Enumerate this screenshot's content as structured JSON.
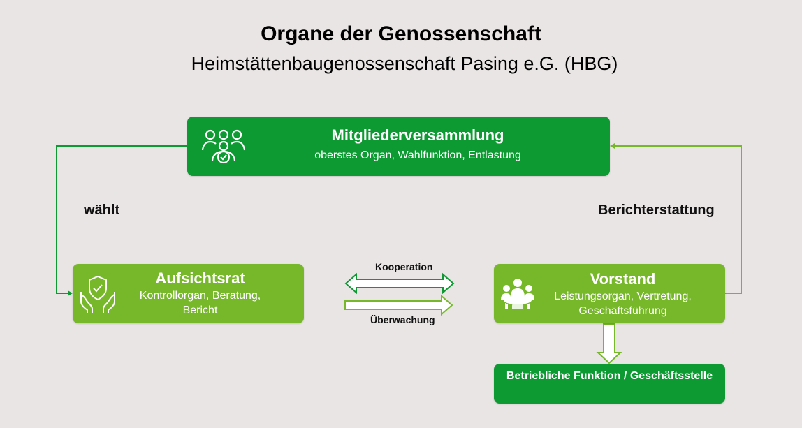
{
  "title": "Organe der Genossenschaft",
  "subtitle": "Heimstättenbaugenossenschaft Pasing e.G. (HBG)",
  "colors": {
    "dark_green": "#0e9a33",
    "light_green": "#76b82a",
    "background": "#e9e5e4"
  },
  "nodes": {
    "mitgliederversammlung": {
      "title": "Mitgliederversammlung",
      "subtitle": "oberstes Organ, Wahlfunktion, Entlastung",
      "icon": "people-check-icon"
    },
    "aufsichtsrat": {
      "title": "Aufsichtsrat",
      "subtitle": "Kontrollorgan, Beratung, Bericht",
      "icon": "shield-hands-icon"
    },
    "vorstand": {
      "title": "Vorstand",
      "subtitle": "Leistungsorgan, Vertretung, Geschäftsführung",
      "icon": "meeting-table-icon"
    },
    "betriebliche_funktion": {
      "text": "Betriebliche Funktion / Geschäftsstelle"
    }
  },
  "edges": {
    "waehlt": "wählt",
    "berichterstattung": "Berichterstattung",
    "kooperation": "Kooperation",
    "ueberwachung": "Überwachung"
  }
}
